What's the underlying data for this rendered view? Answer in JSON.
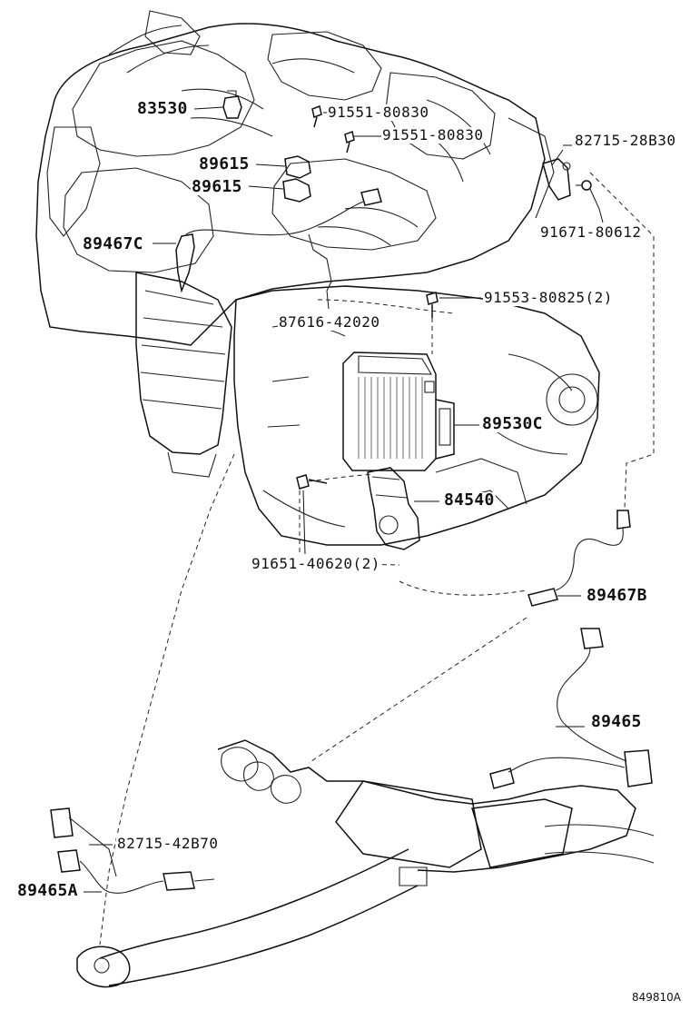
{
  "reference_code": "849810A",
  "callouts": [
    {
      "id": "83530",
      "text": "83530"
    },
    {
      "id": "91551-80830-a",
      "text": "91551-80830"
    },
    {
      "id": "91551-80830-b",
      "text": "91551-80830"
    },
    {
      "id": "82715-28b30",
      "text": "82715-28B30"
    },
    {
      "id": "89615-a",
      "text": "89615"
    },
    {
      "id": "89615-b",
      "text": "89615"
    },
    {
      "id": "91671-80612",
      "text": "91671-80612"
    },
    {
      "id": "89467c",
      "text": "89467C"
    },
    {
      "id": "91553-80825",
      "text": "91553-80825(2)"
    },
    {
      "id": "87616-42020",
      "text": "87616-42020"
    },
    {
      "id": "89530c",
      "text": "89530C"
    },
    {
      "id": "84540",
      "text": "84540"
    },
    {
      "id": "91651-40620",
      "text": "91651-40620(2)"
    },
    {
      "id": "89467b",
      "text": "89467B"
    },
    {
      "id": "89465",
      "text": "89465"
    },
    {
      "id": "82715-42b70",
      "text": "82715-42B70"
    },
    {
      "id": "89465a",
      "text": "89465A"
    }
  ]
}
